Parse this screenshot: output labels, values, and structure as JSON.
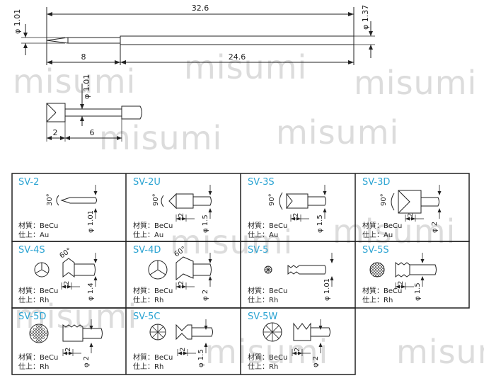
{
  "watermark": "misumi",
  "top_drawing": {
    "overall_length": "32.6",
    "tip_section_length": "8",
    "body_length": "24.6",
    "tip_diameter": "φ 1.01",
    "body_diameter": "φ 1.37"
  },
  "detail_drawing": {
    "diameter": "φ 1.01",
    "head_length": "2",
    "neck_length": "6"
  },
  "variants": [
    {
      "code": "SV-2",
      "material": "材質：BeCu",
      "finish": "仕上：Au",
      "angle": "30°",
      "dim_len": "",
      "dim_dia": "φ 1.01"
    },
    {
      "code": "SV-2U",
      "material": "材質：BeCu",
      "finish": "仕上：Au",
      "angle": "90°",
      "dim_len": "2",
      "dim_dia": "φ 1.5"
    },
    {
      "code": "SV-3S",
      "material": "材質：BeCu",
      "finish": "仕上：Au",
      "angle": "90°",
      "dim_len": "2",
      "dim_dia": "φ 1.5"
    },
    {
      "code": "SV-3D",
      "material": "材質：BeCu",
      "finish": "仕上：Au",
      "angle": "90°",
      "dim_len": "2",
      "dim_dia": "φ 2"
    },
    {
      "code": "SV-4S",
      "material": "材質：BeCu",
      "finish": "仕上：Rh",
      "angle": "60°",
      "dim_len": "2",
      "dim_dia": "φ 1.4"
    },
    {
      "code": "SV-4D",
      "material": "材質：BeCu",
      "finish": "仕上：Rh",
      "angle": "60°",
      "dim_len": "2",
      "dim_dia": "φ 2"
    },
    {
      "code": "SV-5",
      "material": "材質：BeCu",
      "finish": "仕上：Rh",
      "angle": "",
      "dim_len": "",
      "dim_dia": "φ 1.01"
    },
    {
      "code": "SV-5S",
      "material": "材質：BeCu",
      "finish": "仕上：Rh",
      "angle": "",
      "dim_len": "2",
      "dim_dia": "φ 1.5"
    },
    {
      "code": "SV-5D",
      "material": "材質：BeCu",
      "finish": "仕上：Rh",
      "angle": "",
      "dim_len": "2",
      "dim_dia": "φ 2"
    },
    {
      "code": "SV-5C",
      "material": "材質：BeCu",
      "finish": "仕上：Rh",
      "angle": "",
      "dim_len": "2",
      "dim_dia": "φ 1.5"
    },
    {
      "code": "SV-5W",
      "material": "材質：BeCu",
      "finish": "仕上：Rh",
      "angle": "",
      "dim_len": "2",
      "dim_dia": "φ 2"
    }
  ]
}
